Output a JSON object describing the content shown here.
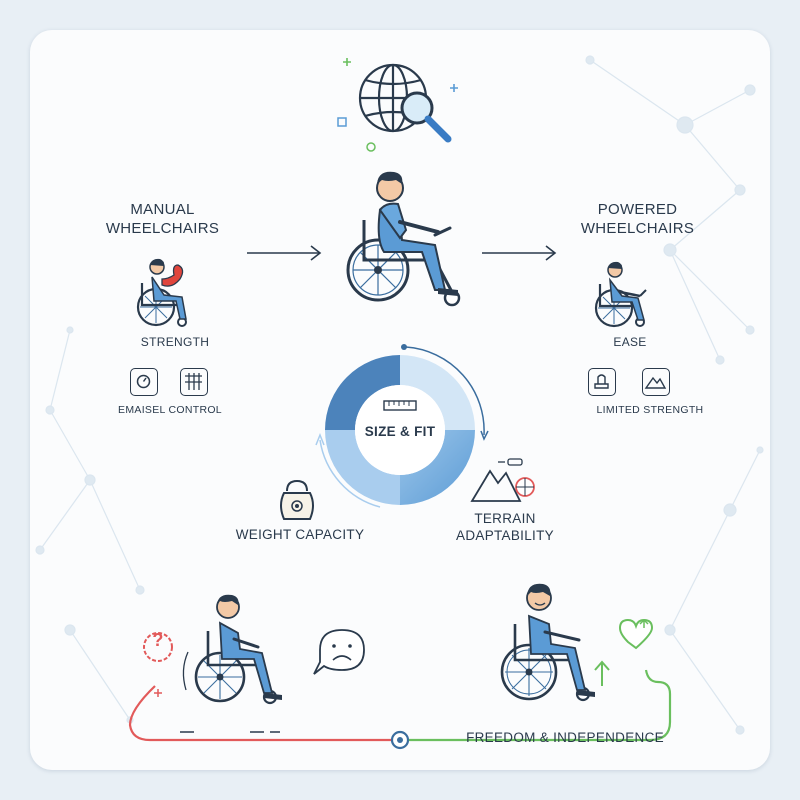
{
  "manual": {
    "title_line1": "MANUAL",
    "title_line2": "WHEELCHAIRS",
    "attribute": "STRENGTH",
    "control_label": "EMAISEL CONTROL"
  },
  "powered": {
    "title_line1": "POWERED",
    "title_line2": "WHEELCHAIRS",
    "attribute": "EASE",
    "limit_label": "LIMITED STRENGTH"
  },
  "center": {
    "ring_label": "SIZE & FIT"
  },
  "factors": {
    "weight": "WEIGHT CAPACITY",
    "terrain_line1": "TERRAIN",
    "terrain_line2": "ADAPTABILITY"
  },
  "outcome": {
    "question_mark": "?",
    "label": "FREEDOM & INDEPENDENCE"
  },
  "colors": {
    "accent_blue": "#5b9bd5",
    "dark_blue": "#3a6d9e",
    "navy": "#2a3a4c",
    "negative_red": "#e25a5a",
    "positive_green": "#6abf5e",
    "skin": "#f3c9a6",
    "strength_red": "#e0453c"
  },
  "icons": [
    "globe-search-icon",
    "bicep-icon",
    "gauge-box-icon",
    "control-grid-icon",
    "ruler-icon",
    "kettlebell-icon",
    "mountain-icon",
    "joystick-icon",
    "sad-face-icon",
    "heart-icon"
  ]
}
